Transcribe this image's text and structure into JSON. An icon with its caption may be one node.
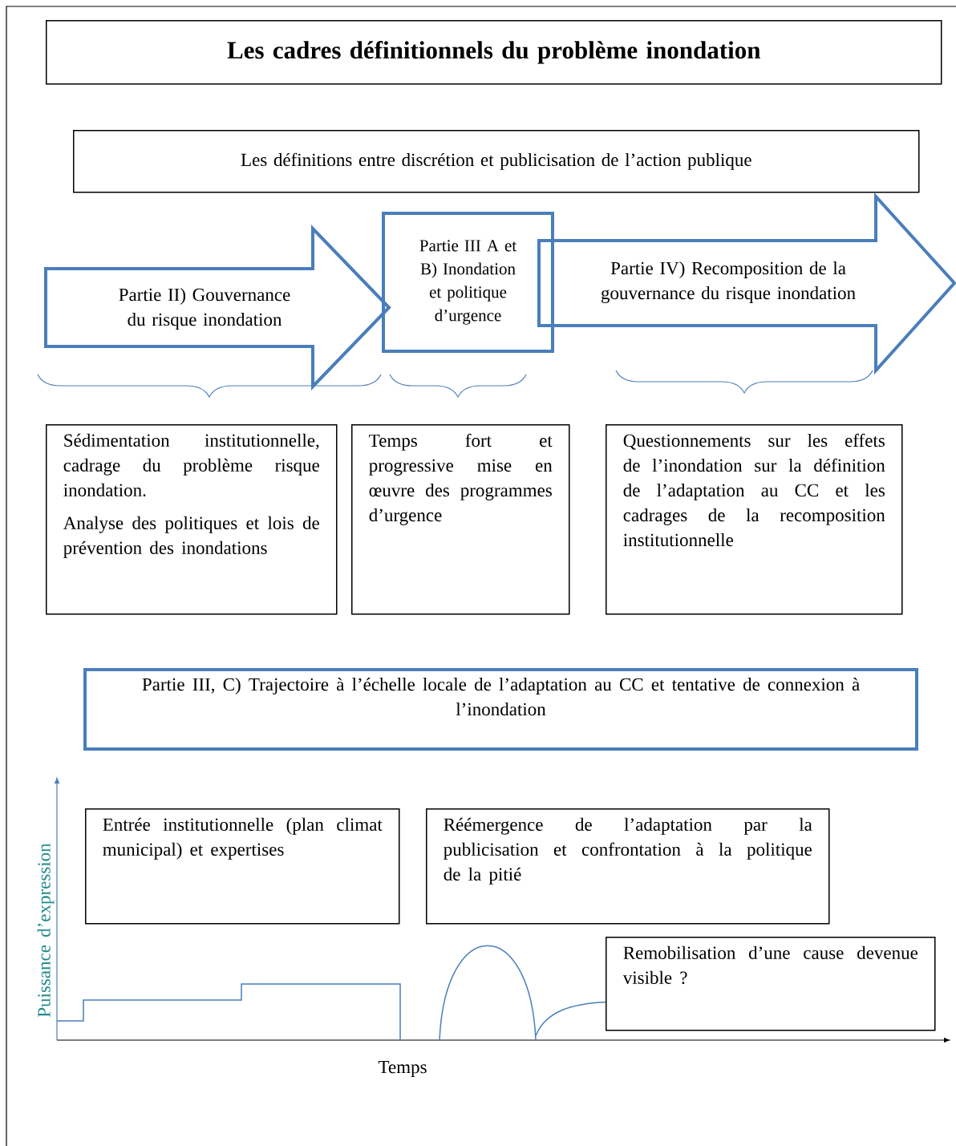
{
  "diagram": {
    "nodes": [
      {
        "text": [
          "Les cadres définitionnels du problème inondation"
        ]
      },
      {
        "text": [
          "Les définitions entre discrétion et publicisation de l’action publique"
        ]
      },
      {
        "text": [
          "Partie II) Gouvernance du risque inondation"
        ]
      },
      {
        "text": [
          "Partie III A et B) Inondation et politique d’urgence"
        ]
      },
      {
        "text": [
          "Partie IV) Recomposition de la gouvernance du risque inondation"
        ]
      },
      {
        "text": [
          "Sédimentation institutionnelle, cadrage du problème risque inondation.",
          "Analyse des politiques et lois de prévention des inondations"
        ]
      },
      {
        "text": [
          "Temps fort et progressive mise en œuvre des programmes d’urgence"
        ]
      },
      {
        "text": [
          "Questionnements sur les effets de l’inondation sur la définition de l’adaptation au CC et les cadrages de la recomposition institutionnelle"
        ]
      },
      {
        "text": [
          "Partie III, C) Trajectoire à l’échelle locale de l’adaptation au CC et tentative de connexion à l’inondation"
        ]
      },
      {
        "text": [
          "Entrée institutionnelle (plan climat municipal) et expertises"
        ]
      },
      {
        "text": [
          "Réémergence de l’adaptation par la publicisation et confrontation à la politique de la pitié"
        ]
      },
      {
        "text": [
          "Remobilisation d’une cause devenue visible ?"
        ]
      }
    ],
    "edges": [
      {
        "from": 10,
        "to": 11,
        "arrow": "none"
      }
    ],
    "labels": [
      "Puissance d’expression",
      "Temps"
    ]
  }
}
